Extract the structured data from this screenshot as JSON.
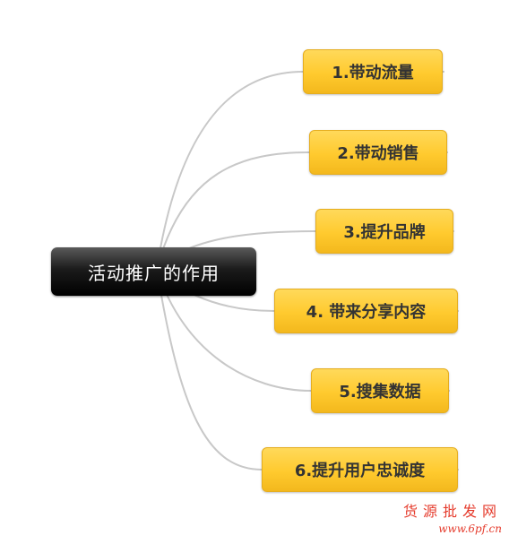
{
  "root": {
    "label": "活动推广的作用"
  },
  "nodes": [
    {
      "label": "1.带动流量"
    },
    {
      "label": "2.带动销售"
    },
    {
      "label": "3.提升品牌"
    },
    {
      "label": "4. 带来分享内容"
    },
    {
      "label": "5.搜集数据"
    },
    {
      "label": "6.提升用户忠诚度"
    }
  ],
  "watermark": {
    "title": "货源批发网",
    "url": "www.6pf.cn"
  },
  "colors": {
    "node_fill": "#ffca2e",
    "root_fill": "#000000",
    "connector": "#c8c8c8",
    "watermark": "#e53b2c"
  }
}
